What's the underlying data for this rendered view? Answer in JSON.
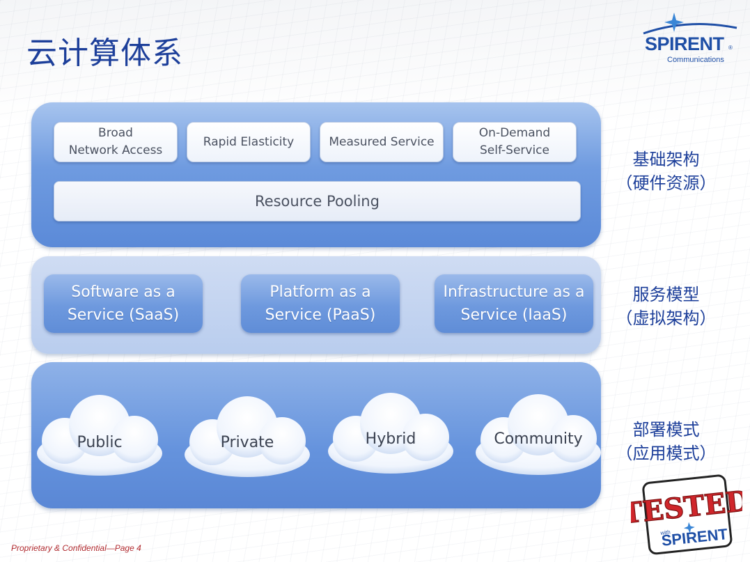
{
  "title": "云计算体系",
  "logo": {
    "word": "SPIRENT",
    "sub": "Communications",
    "reg": "®"
  },
  "infrastructure": {
    "characteristics": [
      "Broad\nNetwork Access",
      "Rapid Elasticity",
      "Measured Service",
      "On-Demand\nSelf-Service"
    ],
    "pooling": "Resource Pooling",
    "side_label": [
      "基础架构",
      "（硬件资源）"
    ]
  },
  "service_models": {
    "items": [
      "Software as a\nService (SaaS)",
      "Platform as a\nService (PaaS)",
      "Infrastructure as a\nService (IaaS)"
    ],
    "side_label": [
      "服务模型",
      "（虚拟架构）"
    ]
  },
  "deployment_models": {
    "items": [
      "Public",
      "Private",
      "Hybrid",
      "Community"
    ],
    "side_label": [
      "部署模式",
      "（应用模式）"
    ]
  },
  "stamp": {
    "main": "TESTED",
    "with": "with",
    "brand": "SPIRENT"
  },
  "footer": "Proprietary & Confidential—Page 4",
  "colors": {
    "title": "#1d3f9a",
    "footer": "#b0292e",
    "stamp_red": "#d0262b"
  }
}
